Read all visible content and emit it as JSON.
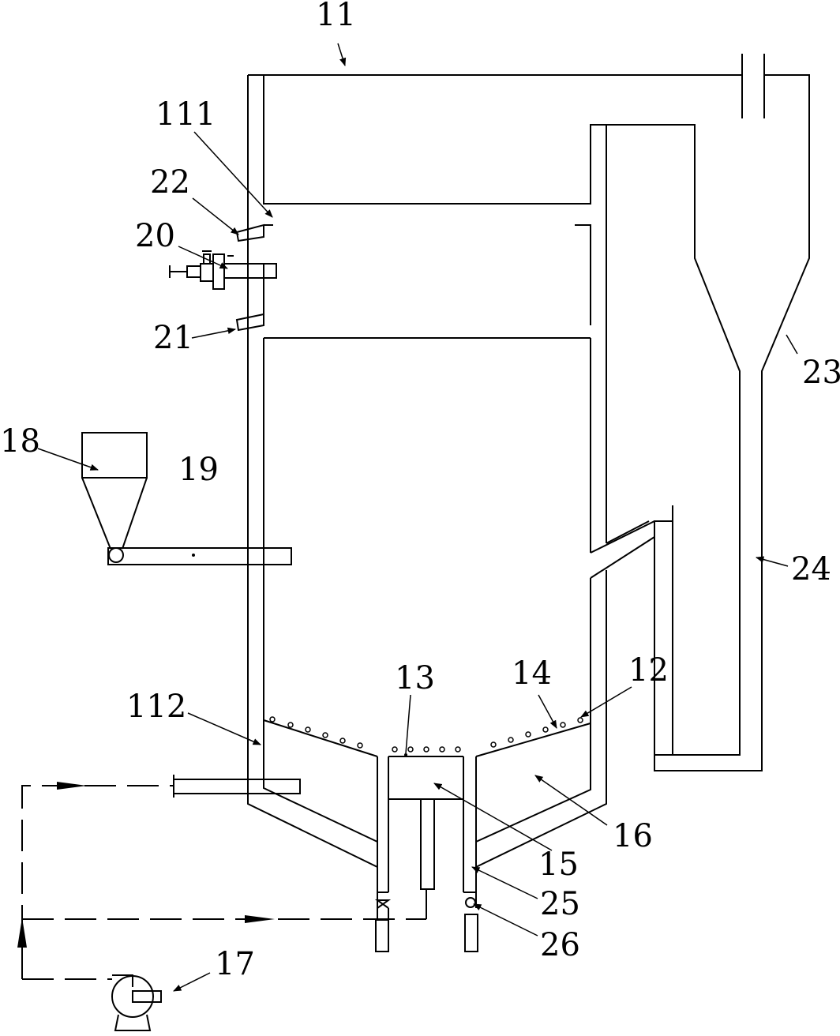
{
  "labels": {
    "n11": "11",
    "n111": "111",
    "n22": "22",
    "n20": "20",
    "n21": "21",
    "n18": "18",
    "n19": "19",
    "n23": "23",
    "n24": "24",
    "n13": "13",
    "n14": "14",
    "n12": "12",
    "n112": "112",
    "n15": "15",
    "n16": "16",
    "n25": "25",
    "n26": "26",
    "n17": "17"
  },
  "colors": {
    "line": "#000000",
    "background": "#ffffff"
  }
}
